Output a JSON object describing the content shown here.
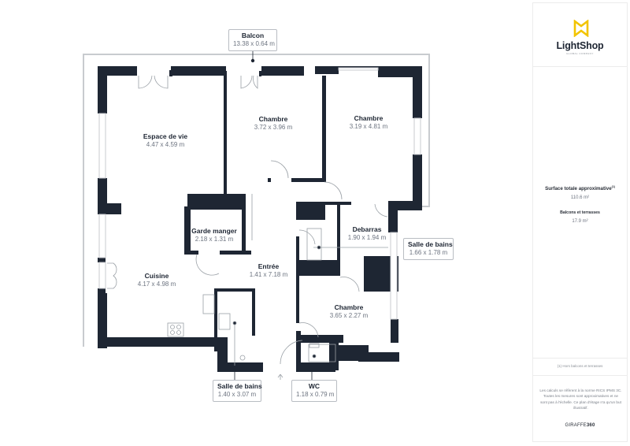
{
  "floorplan": {
    "rooms": [
      {
        "id": "espace-de-vie",
        "name": "Espace de vie",
        "dimensions": "4.47 x 4.59 m"
      },
      {
        "id": "chambre-1",
        "name": "Chambre",
        "dimensions": "3.72 x 3.96 m"
      },
      {
        "id": "chambre-2",
        "name": "Chambre",
        "dimensions": "3.19 x 4.81 m"
      },
      {
        "id": "garde-manger",
        "name": "Garde manger",
        "dimensions": "2.18 x 1.31 m"
      },
      {
        "id": "debarras",
        "name": "Debarras",
        "dimensions": "1.90 x 1.94 m"
      },
      {
        "id": "cuisine",
        "name": "Cuisine",
        "dimensions": "4.17 x 4.98 m"
      },
      {
        "id": "entree",
        "name": "Entrée",
        "dimensions": "1.41 x 7.18 m"
      },
      {
        "id": "chambre-3",
        "name": "Chambre",
        "dimensions": "3.65 x 2.27 m"
      }
    ],
    "callouts": [
      {
        "id": "balcon",
        "name": "Balcon",
        "dimensions": "13.38 x 0.64 m"
      },
      {
        "id": "salle-de-bains-1",
        "name": "Salle de bains",
        "dimensions": "1.66 x 1.78 m"
      },
      {
        "id": "salle-de-bains-2",
        "name": "Salle de bains",
        "dimensions": "1.40 x 3.07 m"
      },
      {
        "id": "wc",
        "name": "WC",
        "dimensions": "1.18 x 0.79 m"
      }
    ],
    "colors": {
      "wall": "#1e2633",
      "outline": "#c8cbcf",
      "fixture": "#9aa0a6",
      "accent": "#f2c400"
    }
  },
  "sidebar": {
    "logo": {
      "name": "LightShop",
      "tagline": "GLOBAL COMPANY"
    },
    "surface": {
      "title": "Surface totale approximative",
      "title_footnote": "(1)",
      "total_value": "110.6 m²",
      "balconies_title": "Balcons et terrasses",
      "balconies_value": "17.9 m²"
    },
    "footnote": "(1) Hors balcons et terrasses",
    "disclaimer": "Les calculs se réfèrent à la norme RICS IPMS 3C. Toutes les mesures sont approximatives et ne sont pas à l'échelle. Ce plan d'étage n'a qu'un but illustratif.",
    "brand": {
      "prefix": "GIRAFFE",
      "suffix": "360"
    }
  }
}
